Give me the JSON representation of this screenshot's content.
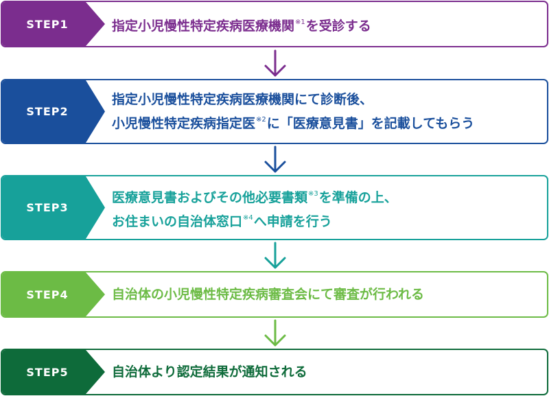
{
  "steps": [
    {
      "label": "STEP1",
      "color": "#7b2d8e",
      "lines": [
        [
          {
            "t": "指定小児慢性特定疾病医療機関"
          },
          {
            "t": "※1",
            "sup": true
          },
          {
            "t": "を受診する"
          }
        ]
      ]
    },
    {
      "label": "STEP2",
      "color": "#1a4f9c",
      "lines": [
        [
          {
            "t": "指定小児慢性特定疾病医療機関にて診断後、"
          }
        ],
        [
          {
            "t": "小児慢性特定疾病指定医"
          },
          {
            "t": "※2",
            "sup": true
          },
          {
            "t": "に「医療意見書」を記載してもらう"
          }
        ]
      ]
    },
    {
      "label": "STEP3",
      "color": "#17a19a",
      "lines": [
        [
          {
            "t": "医療意見書およびその他必要書類"
          },
          {
            "t": "※3",
            "sup": true
          },
          {
            "t": "を準備の上、"
          }
        ],
        [
          {
            "t": "お住まいの自治体窓口"
          },
          {
            "t": "※4",
            "sup": true
          },
          {
            "t": "へ申請を行う"
          }
        ]
      ]
    },
    {
      "label": "STEP4",
      "color": "#6cbb45",
      "lines": [
        [
          {
            "t": "自治体の小児慢性特定疾病審査会にて審査が行われる"
          }
        ]
      ]
    },
    {
      "label": "STEP5",
      "color": "#0e6b3a",
      "lines": [
        [
          {
            "t": "自治体より認定結果が通知される"
          }
        ]
      ]
    }
  ],
  "arrow_colors": [
    "#7b2d8e",
    "#1a4f9c",
    "#17a19a",
    "#6cbb45"
  ]
}
